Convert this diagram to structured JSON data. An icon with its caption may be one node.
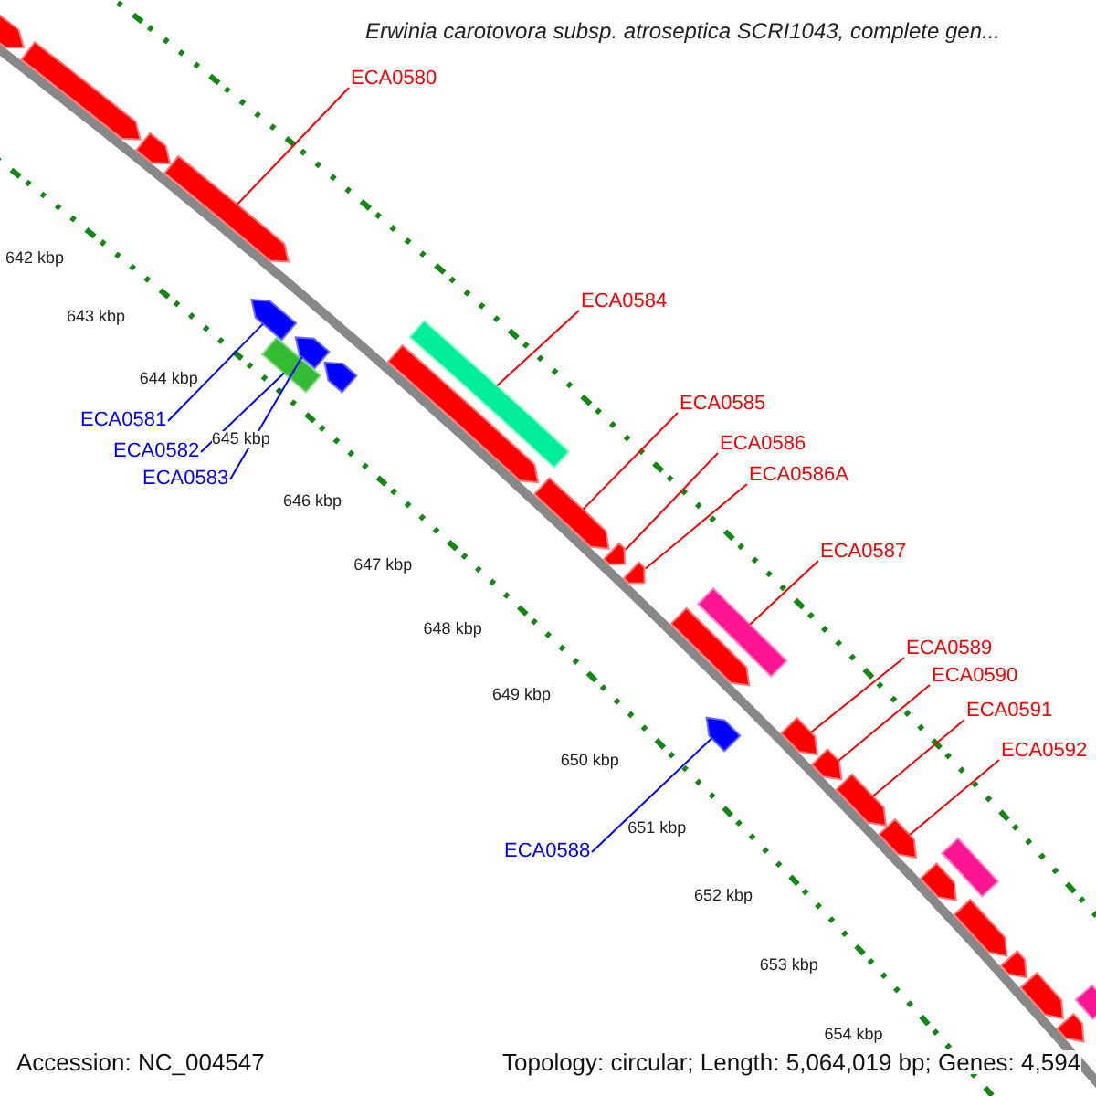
{
  "diagram": {
    "title": "Erwinia carotovora subsp. atroseptica SCRI1043, complete gen...",
    "nodes": [
      {
        "text": [
          "ECA0580"
        ]
      },
      {
        "text": [
          "ECA0584"
        ]
      },
      {
        "text": [
          "ECA0581"
        ]
      },
      {
        "text": [
          "ECA0582"
        ]
      },
      {
        "text": [
          "ECA0583"
        ]
      },
      {
        "text": [
          "ECA0585"
        ]
      },
      {
        "text": [
          "ECA0586"
        ]
      },
      {
        "text": [
          "ECA0586A"
        ]
      },
      {
        "text": [
          "ECA0587"
        ]
      },
      {
        "text": [
          "ECA0588"
        ]
      },
      {
        "text": [
          "ECA0589"
        ]
      },
      {
        "text": [
          "ECA0590"
        ]
      },
      {
        "text": [
          "ECA0591"
        ]
      },
      {
        "text": [
          "ECA0592"
        ]
      },
      {
        "text": [],
        "shape": "arrow"
      },
      {
        "text": [],
        "shape": "arrow"
      },
      {
        "text": [],
        "shape": "arrow"
      },
      {
        "text": [],
        "shape": "arrow"
      },
      {
        "text": [],
        "shape": "arrow"
      },
      {
        "text": [],
        "shape": "bar"
      },
      {
        "text": [],
        "shape": "arrow"
      },
      {
        "text": [],
        "shape": "arrow"
      },
      {
        "text": [],
        "shape": "arrow"
      },
      {
        "text": [],
        "shape": "bar"
      },
      {
        "text": [],
        "shape": "arrow"
      },
      {
        "text": [],
        "shape": "arrow"
      },
      {
        "text": [],
        "shape": "arrow"
      },
      {
        "text": [],
        "shape": "arrow"
      },
      {
        "text": [],
        "shape": "bar"
      },
      {
        "text": [],
        "shape": "arrow"
      },
      {
        "text": [],
        "shape": "arrow"
      },
      {
        "text": [],
        "shape": "arrow"
      },
      {
        "text": [],
        "shape": "arrow"
      },
      {
        "text": [],
        "shape": "arrow"
      },
      {
        "text": [],
        "shape": "arrow"
      },
      {
        "text": [],
        "shape": "bar"
      },
      {
        "text": [],
        "shape": "arrow"
      },
      {
        "text": [],
        "shape": "arrow"
      },
      {
        "text": [],
        "shape": "arrow"
      },
      {
        "text": [],
        "shape": "bar"
      },
      {
        "text": [],
        "shape": "arrow"
      }
    ],
    "edges": [
      {
        "from": 0,
        "to": 17,
        "arrow": "none"
      },
      {
        "from": 1,
        "to": 23,
        "arrow": "none"
      },
      {
        "from": 2,
        "to": 18,
        "arrow": "none",
        "color": "#0000ff"
      },
      {
        "from": 3,
        "to": 19,
        "arrow": "none",
        "color": "#0000ff"
      },
      {
        "from": 4,
        "to": 20,
        "arrow": "none",
        "color": "#0000ff"
      },
      {
        "from": 5,
        "to": 24,
        "arrow": "none"
      },
      {
        "from": 6,
        "to": 25,
        "arrow": "none"
      },
      {
        "from": 7,
        "to": 26,
        "arrow": "none"
      },
      {
        "from": 8,
        "to": 28,
        "arrow": "none"
      },
      {
        "from": 9,
        "to": 29,
        "arrow": "none",
        "color": "#0000ff"
      },
      {
        "from": 10,
        "to": 30,
        "arrow": "none"
      },
      {
        "from": 11,
        "to": 31,
        "arrow": "none"
      },
      {
        "from": 12,
        "to": 32,
        "arrow": "none"
      },
      {
        "from": 13,
        "to": 33,
        "arrow": "none"
      }
    ],
    "labels": [
      "642 kbp",
      "643 kbp",
      "644 kbp",
      "645 kbp",
      "646 kbp",
      "647 kbp",
      "648 kbp",
      "649 kbp",
      "650 kbp",
      "651 kbp",
      "652 kbp",
      "653 kbp",
      "654 kbp",
      "Accession: NC_004547",
      "Topology: circular; Length: 5,064,019 bp; Genes: 4,594"
    ]
  }
}
